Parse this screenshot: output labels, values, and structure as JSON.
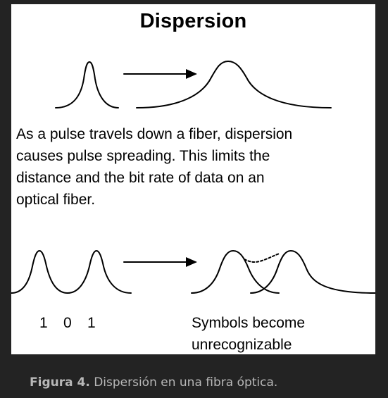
{
  "figure": {
    "title": "Dispersion",
    "description_lines": [
      "As a pulse travels down a fiber, dispersion",
      "causes pulse spreading. This limits the",
      "distance and the bit rate of data on an",
      "optical fiber."
    ],
    "bit_labels": [
      "1",
      "0",
      "1"
    ],
    "symbols_label_lines": [
      "Symbols become",
      "unrecognizable"
    ]
  },
  "caption": {
    "label": "Figura 4.",
    "text": "Dispersión en una fibra óptica."
  }
}
